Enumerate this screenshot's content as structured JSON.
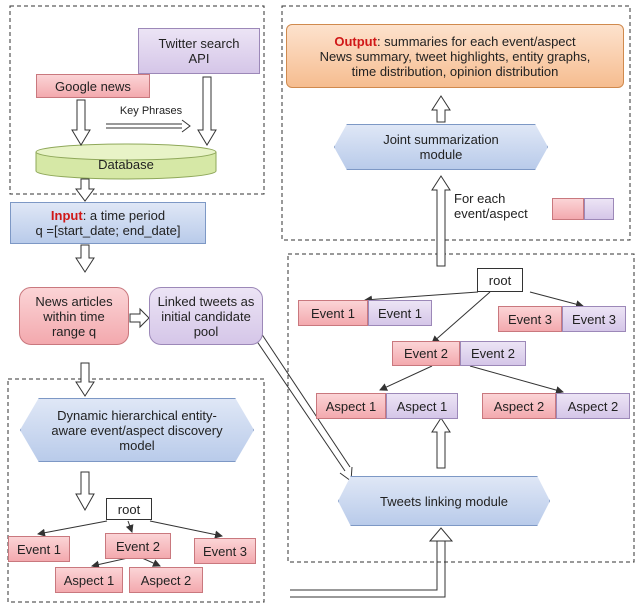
{
  "sources": {
    "twitter": "Twitter search API",
    "google": "Google news",
    "key_phrases": "Key Phrases",
    "database": "Database"
  },
  "input": {
    "label": "Input",
    "text1": ": a time period",
    "text2": "q =[start_date; end_date]"
  },
  "news_articles": "News articles within time range q",
  "linked_tweets": "Linked tweets as initial candidate pool",
  "discovery_model": "Dynamic hierarchical entity-aware event/aspect discovery model",
  "left_tree": {
    "root": "root",
    "event1": "Event 1",
    "event2": "Event 2",
    "event3": "Event 3",
    "aspect1": "Aspect 1",
    "aspect2": "Aspect 2"
  },
  "output": {
    "label": "Output",
    "line1": ": summaries for each event/aspect",
    "line2": "News summary, tweet highlights, entity graphs,",
    "line3": "time distribution, opinion distribution"
  },
  "joint_module": "Joint summarization module",
  "for_each": "For each event/aspect",
  "right_tree": {
    "root": "root",
    "event1": "Event 1",
    "event2": "Event 2",
    "event3": "Event 3",
    "aspect1": "Aspect 1",
    "aspect2": "Aspect 2"
  },
  "linking_module": "Tweets linking module",
  "colors": {
    "pink": "#f3a9ae",
    "purple": "#d5c6e8",
    "blue": "#b9cbea",
    "orange": "#f6bd90",
    "label_red": "#d01818"
  }
}
